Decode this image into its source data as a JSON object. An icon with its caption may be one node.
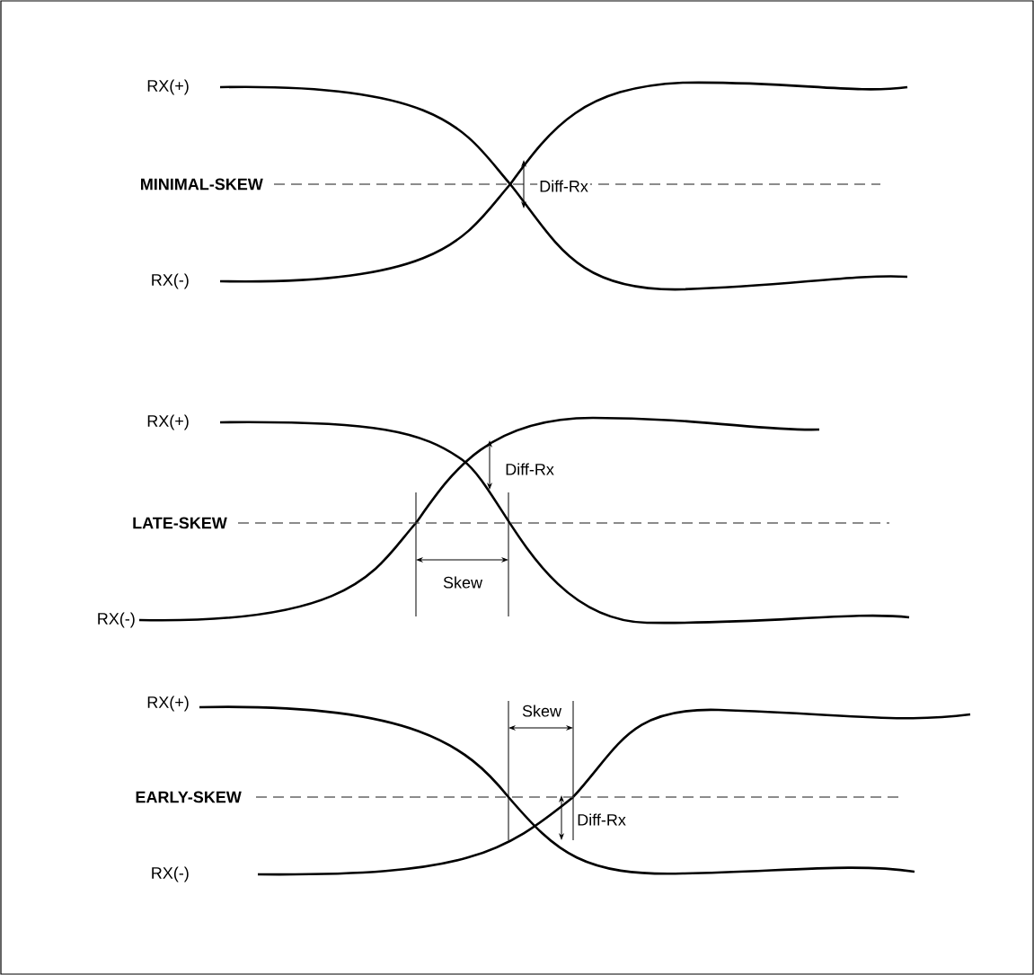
{
  "diagram": {
    "labels": [
      "RX(+)",
      "MINIMAL-SKEW",
      "Diff-Rx",
      "RX(-)",
      "RX(+)",
      "Diff-Rx",
      "LATE-SKEW",
      "Skew",
      "RX(-)",
      "RX(+)",
      "Skew",
      "EARLY-SKEW",
      "Diff-Rx",
      "RX(-)"
    ]
  }
}
